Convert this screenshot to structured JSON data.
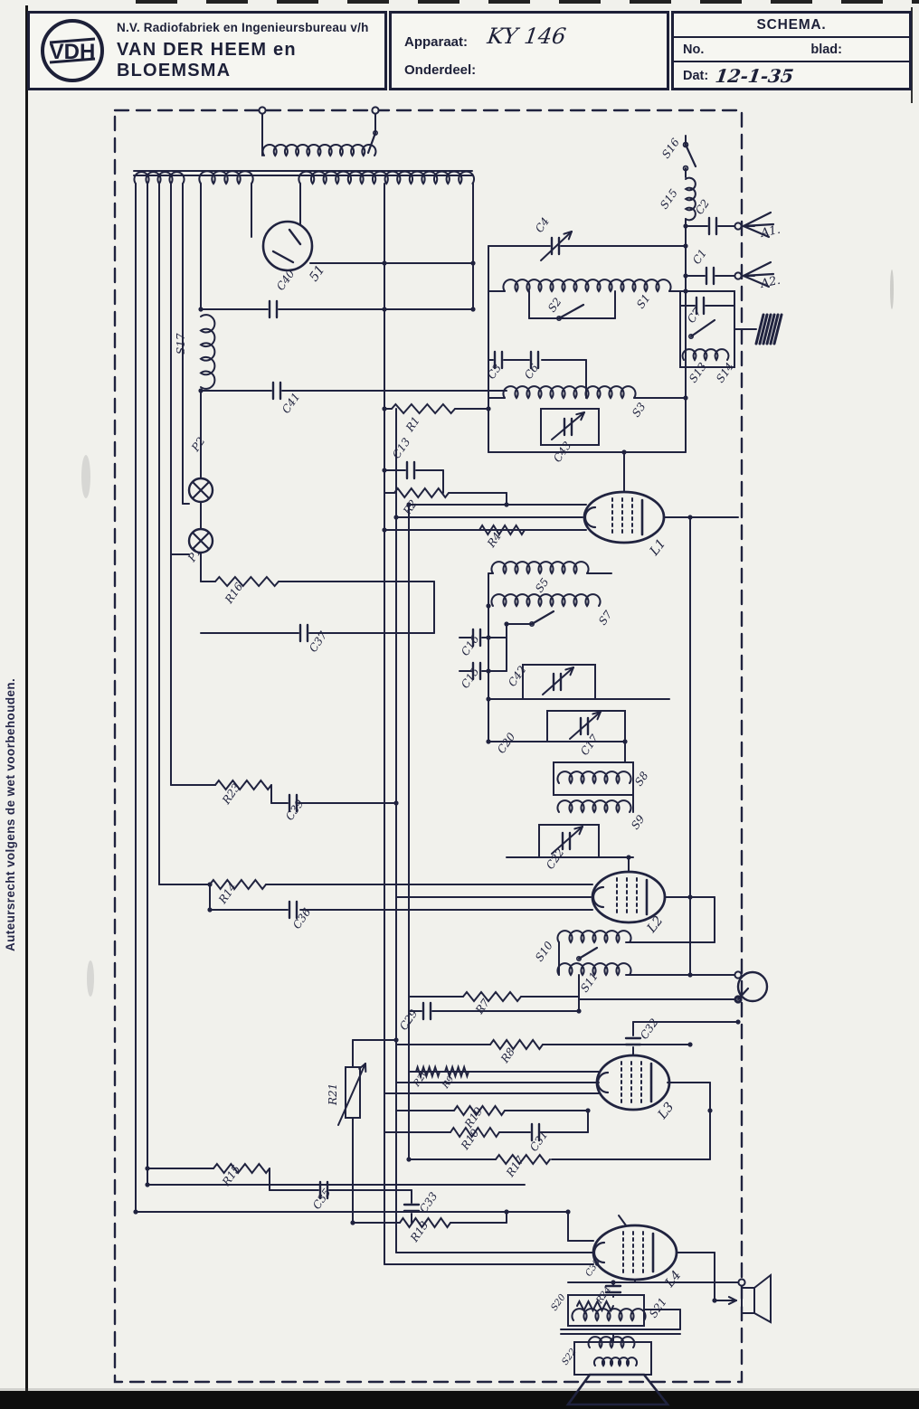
{
  "header": {
    "company_line1": "N.V. Radiofabriek en Ingenieursbureau v/h",
    "company_line2": "VAN DER HEEM en BLOEMSMA",
    "logo_monogram": "VDH",
    "apparaat_label": "Apparaat:",
    "apparaat_value": "KY 146",
    "onderdeel_label": "Onderdeel:",
    "schema_title": "SCHEMA.",
    "no_label": "No.",
    "blad_label": "blad:",
    "dat_label": "Dat:",
    "dat_value": "12-1-35"
  },
  "note": "Auteursrecht volgens de wet voorbehouden.",
  "schematic": {
    "components": {
      "l1": "L1",
      "l2": "L2",
      "l3": "L3",
      "l4": "L4",
      "v51": "51",
      "p1": "P1",
      "p2": "P2",
      "a1": "A1.",
      "a2": "A2.",
      "s1": "S1",
      "s2": "S2",
      "s3": "S3",
      "s5": "S5",
      "s7": "S7",
      "s8": "S8",
      "s9": "S9",
      "s10": "S10",
      "s11": "S11",
      "s13": "S13",
      "s14": "S14",
      "s15": "S15",
      "s16": "S16",
      "s17": "S17",
      "s20": "S20",
      "s21": "S21",
      "s22": "S22",
      "r1": "R1",
      "r2": "R2",
      "r4": "R4",
      "r7": "R7",
      "r8": "R8",
      "r9": "R9",
      "r10": "R10",
      "r13": "R13",
      "r14": "R14",
      "r15": "R15",
      "r16": "R16",
      "r17": "R17",
      "r19": "R19",
      "r20": "R20",
      "r21": "R21",
      "r23": "R23",
      "r24": "R24",
      "c1": "C1",
      "c2": "C2",
      "c3": "C3",
      "c4": "C4",
      "c6": "C6",
      "c7": "C7",
      "c13": "C13",
      "c15": "C15",
      "c16": "C16",
      "c17": "C17",
      "c20": "C20",
      "c22": "C22",
      "c29": "C29",
      "c31": "C31",
      "c32": "C32",
      "c33": "C33",
      "c35": "C35",
      "c36": "C36",
      "c37": "C37",
      "c38": "C38",
      "c39": "C39",
      "c40": "C40",
      "c41": "C41",
      "c42": "C42",
      "c43": "C43"
    }
  }
}
